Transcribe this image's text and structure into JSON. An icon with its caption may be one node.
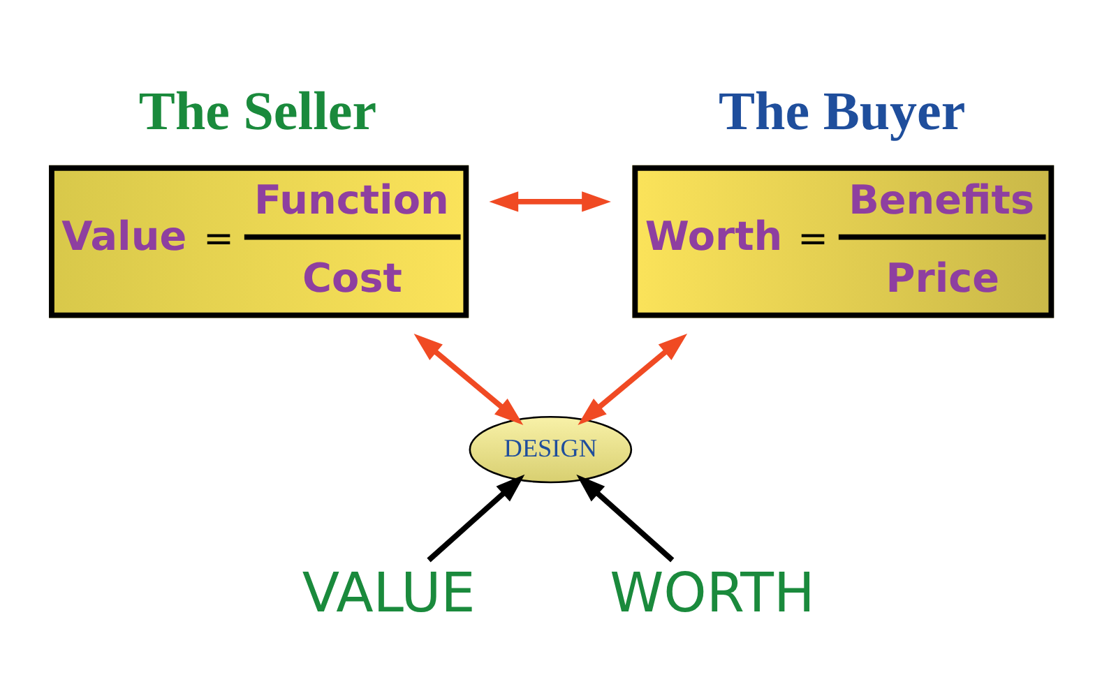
{
  "diagram": {
    "nodes": [
      {
        "text": [
          "The Seller",
          "Value",
          "=",
          "Function",
          "Cost"
        ]
      },
      {
        "text": [
          "The Buyer",
          "Worth",
          "=",
          "Benefits",
          "Price"
        ]
      },
      {
        "text": [
          "DESIGN"
        ]
      },
      {
        "text": [
          "VALUE"
        ]
      },
      {
        "text": [
          "WORTH"
        ]
      }
    ],
    "edges": [
      {
        "from": 0,
        "to": 1,
        "arrow": "both"
      },
      {
        "from": 2,
        "to": 0,
        "arrow": "both"
      },
      {
        "from": 2,
        "to": 1,
        "arrow": "both"
      },
      {
        "from": 3,
        "to": 2,
        "arrow": "to",
        "color": "#000000"
      },
      {
        "from": 4,
        "to": 2,
        "arrow": "to",
        "color": "#000000"
      }
    ]
  }
}
